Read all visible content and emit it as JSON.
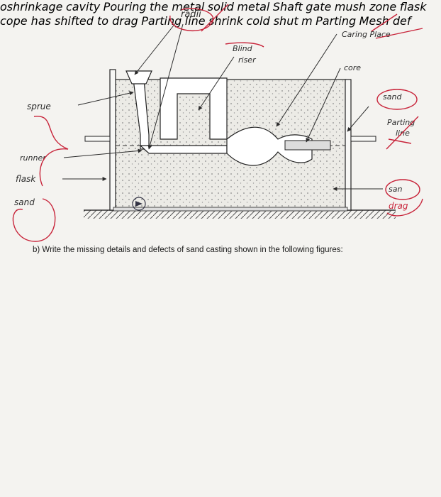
{
  "diagram": {
    "labels": {
      "radii": "radii",
      "blind_riser_1": "Blind",
      "blind_riser_2": "riser",
      "casting_place": "Caring Place",
      "core": "core",
      "sprue": "sprue",
      "sand_right": "sand",
      "parting_line_1": "Parting",
      "parting_line_2": "line",
      "runner": "runner",
      "flask": "flask",
      "sand_left": "sand",
      "sand_low_1": "san",
      "sand_low_2": "drag"
    }
  },
  "question": {
    "text": "b) Write the missing details and defects of sand casting shown in the following figures:"
  },
  "figures": {
    "shrinkage": "oshrinkage",
    "cavity": "cavity",
    "pouring_1": "Pouring",
    "pouring_2": "the metal",
    "solid_1": "solid",
    "solid_2": "metal",
    "shaft": "Shaft",
    "gate": "gate",
    "mush_zone": "mush zone",
    "flask": "flask",
    "cope_shift": "cope has shifted to drag",
    "parting_1": "Parting",
    "parting_2": "line",
    "shrink": "shrink",
    "cold_shut": "cold shut",
    "m": "m",
    "parting_bottom": "Parting",
    "mesh_def": "Mesh def"
  },
  "colors": {
    "ink": "#2c2c2c",
    "pen": "#c8243a",
    "sand": "#ece9e2",
    "metal": "#cfcfcf"
  }
}
